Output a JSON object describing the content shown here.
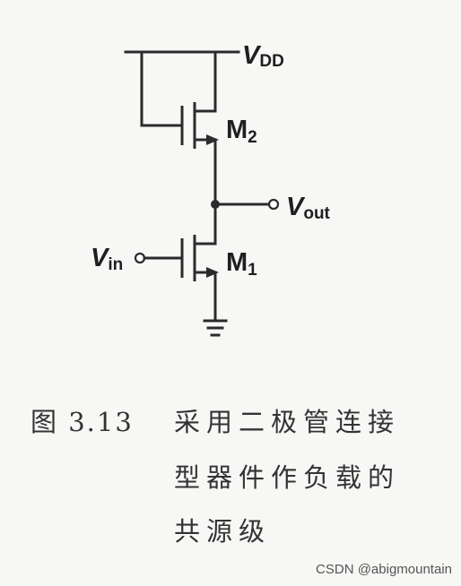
{
  "circuit": {
    "vdd_main": "V",
    "vdd_sub": "DD",
    "vout_main": "V",
    "vout_sub": "out",
    "vin_main": "V",
    "vin_sub": "in",
    "m2_main": "M",
    "m2_sub": "2",
    "m1_main": "M",
    "m1_sub": "1"
  },
  "caption": {
    "figure_number": "图 3.13",
    "line1": "采用二极管连接",
    "line2": "型器件作负载的",
    "line3": "共源级"
  },
  "watermark": "CSDN @abigmountain"
}
